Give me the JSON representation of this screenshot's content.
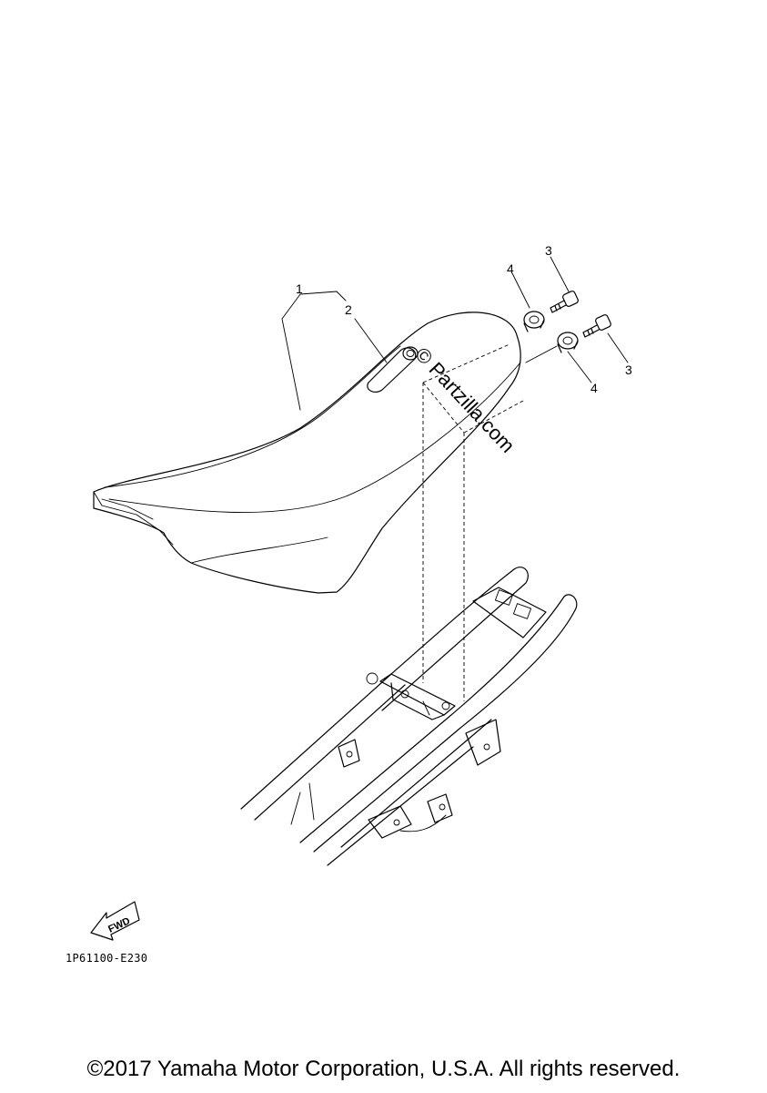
{
  "callouts": {
    "c1": "1",
    "c2": "2",
    "c3a": "3",
    "c3b": "3",
    "c4a": "4",
    "c4b": "4"
  },
  "fwd_label": "FWD",
  "watermark": "© Partzilla.com",
  "part_code": "1P61100-E230",
  "copyright": "©2017 Yamaha Motor Corporation, U.S.A. All rights reserved.",
  "colors": {
    "line": "#000000",
    "background": "#ffffff"
  }
}
